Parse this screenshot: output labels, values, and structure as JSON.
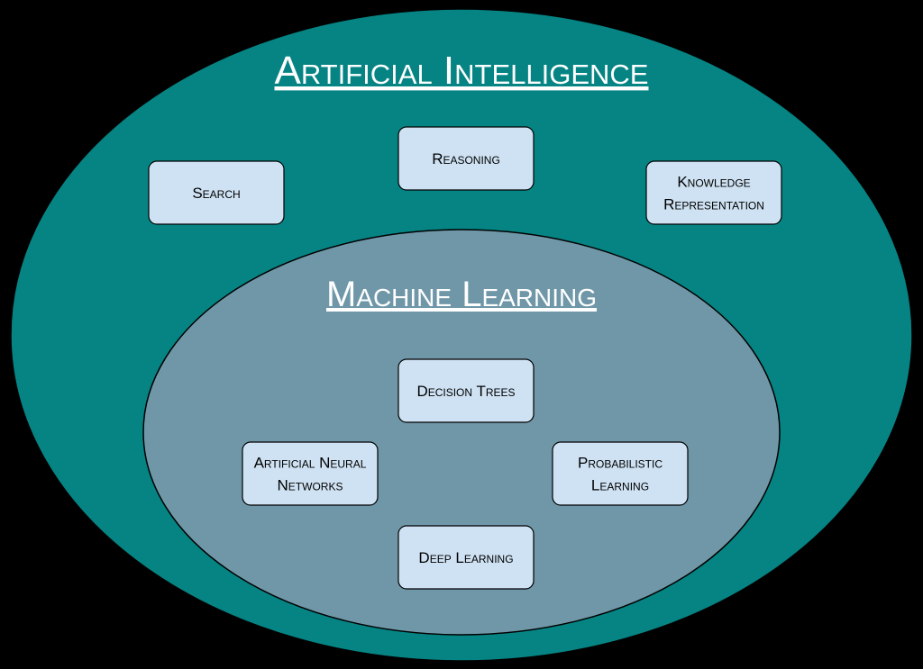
{
  "colors": {
    "background": "#000000",
    "outer_ellipse": "#068484",
    "inner_ellipse": "#6f97a8",
    "node_fill": "#cfe2f3",
    "title_text": "#ffffff"
  },
  "outer": {
    "title": "Artificial Intelligence",
    "nodes": [
      {
        "id": "search",
        "lines": [
          "Search"
        ]
      },
      {
        "id": "reasoning",
        "lines": [
          "Reasoning"
        ]
      },
      {
        "id": "knowledge-representation",
        "lines": [
          "Knowledge",
          "Representation"
        ]
      }
    ]
  },
  "inner": {
    "title": "Machine Learning",
    "nodes": [
      {
        "id": "decision-trees",
        "lines": [
          "Decision Trees"
        ]
      },
      {
        "id": "artificial-neural-networks",
        "lines": [
          "Artificial Neural",
          "Networks"
        ]
      },
      {
        "id": "probabilistic-learning",
        "lines": [
          "Probabilistic",
          "Learning"
        ]
      },
      {
        "id": "deep-learning",
        "lines": [
          "Deep Learning"
        ]
      }
    ]
  }
}
